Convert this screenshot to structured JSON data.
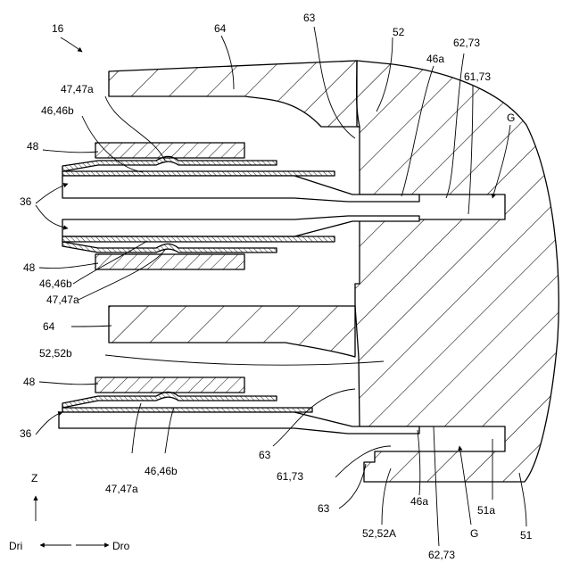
{
  "figure": {
    "labels": {
      "ref_16": "16",
      "ref_64_top": "64",
      "ref_63_top": "63",
      "ref_52": "52",
      "ref_62_73_top": "62,73",
      "ref_46a_top": "46a",
      "ref_61_73_top": "61,73",
      "ref_G_top": "G",
      "ref_47_47a_top": "47,47a",
      "ref_46_46b_top": "46,46b",
      "ref_48_top": "48",
      "ref_36_top": "36",
      "ref_48_mid": "48",
      "ref_46_46b_mid": "46,46b",
      "ref_47_47a_mid": "47,47a",
      "ref_64_mid": "64",
      "ref_52_52b": "52,52b",
      "ref_48_low": "48",
      "ref_36_low": "36",
      "ref_63_low": "63",
      "ref_46_46b_low": "46,46b",
      "ref_47_47a_low": "47,47a",
      "ref_61_73_low": "61,73",
      "ref_63_bottom": "63",
      "ref_46a_bottom": "46a",
      "ref_G_bottom": "G",
      "ref_51a": "51a",
      "ref_51": "51",
      "ref_52_52A": "52,52A",
      "ref_62_73_bottom": "62,73"
    },
    "axes": {
      "z_label": "Z",
      "dri_label": "Dri",
      "dro_label": "Dro"
    }
  }
}
